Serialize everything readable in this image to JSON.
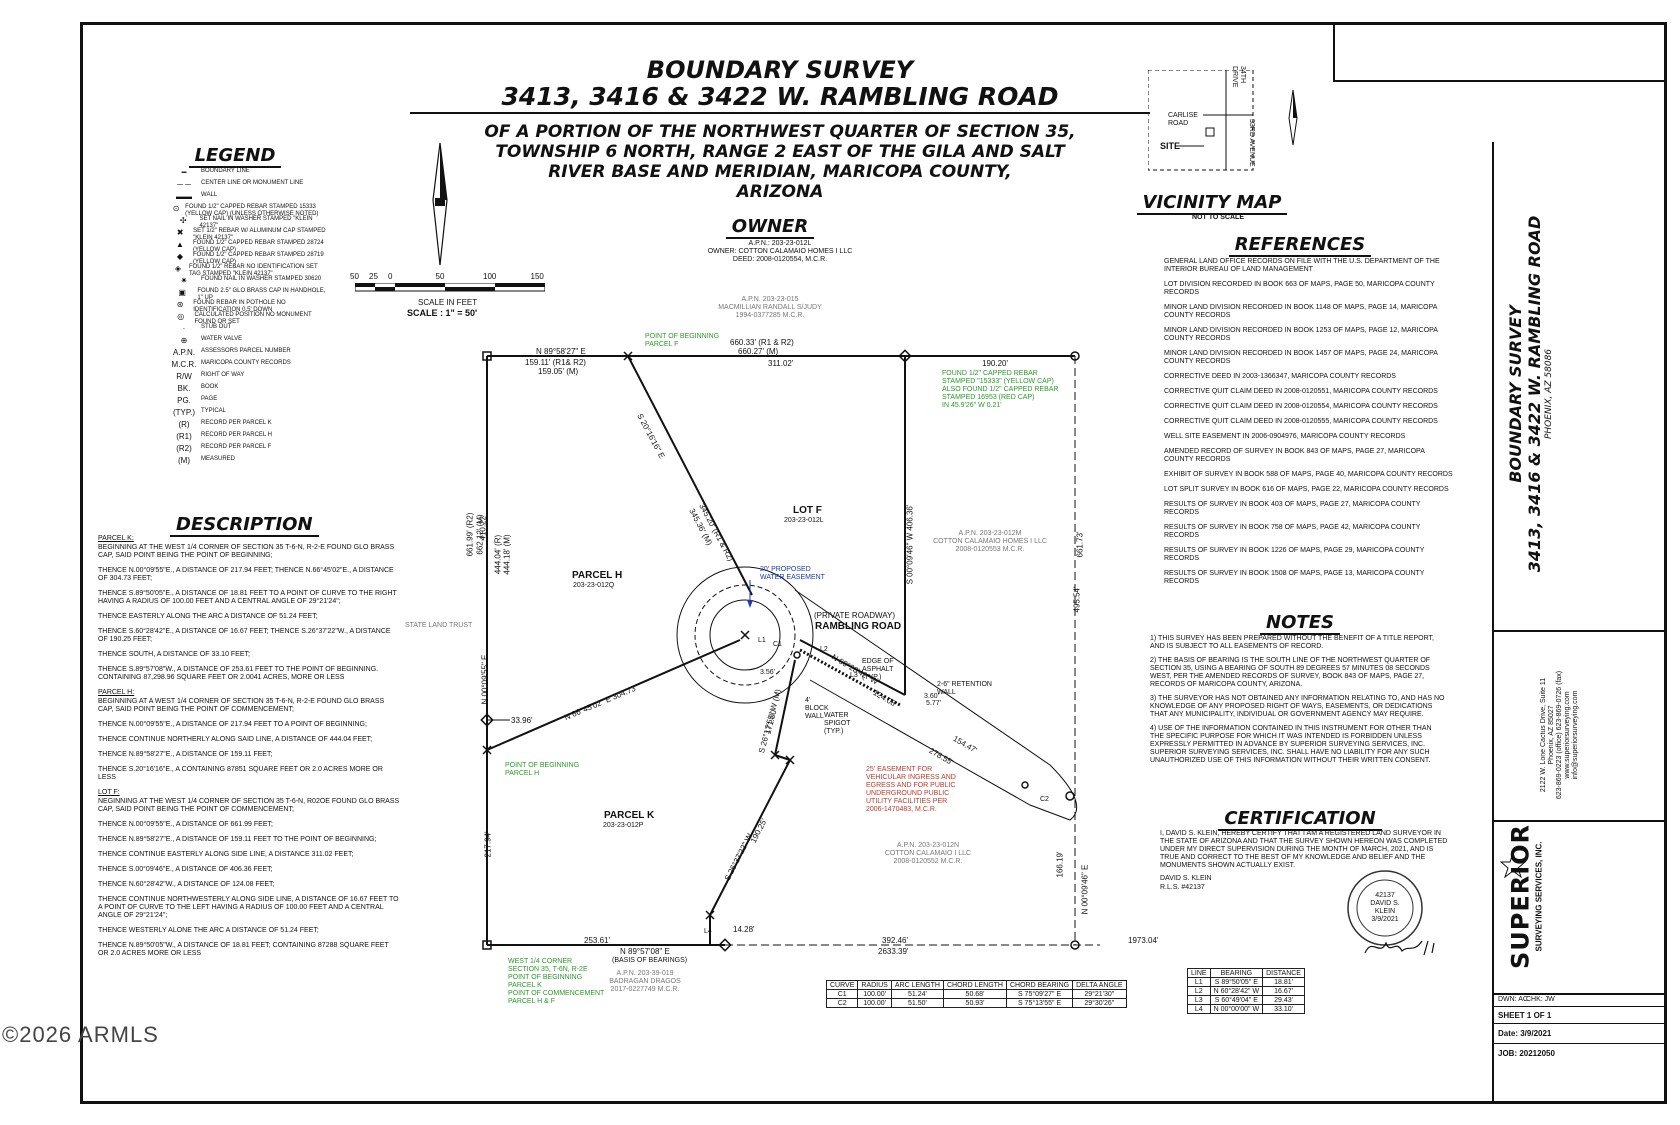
{
  "title": {
    "line1": "BOUNDARY SURVEY",
    "line2": "3413, 3416 & 3422 W. RAMBLING ROAD"
  },
  "subtitle": [
    "OF A PORTION OF THE NORTHWEST QUARTER OF SECTION 35,",
    "TOWNSHIP 6 NORTH, RANGE 2 EAST OF THE GILA AND SALT",
    "RIVER BASE AND MERIDIAN, MARICOPA COUNTY,",
    "ARIZONA"
  ],
  "legend": {
    "heading": "LEGEND",
    "items": [
      {
        "sym": "━",
        "text": "BOUNDARY LINE"
      },
      {
        "sym": "─ ─",
        "text": "CENTER LINE OR MONUMENT LINE"
      },
      {
        "sym": "▬▬",
        "text": "WALL"
      },
      {
        "sym": "⊙",
        "text": "FOUND 1/2\" CAPPED REBAR STAMPED 15333 (YELLOW CAP) (UNLESS OTHERWISE NOTED)"
      },
      {
        "sym": "✣",
        "text": "SET NAIL IN WASHER STAMPED \"KLEIN 42137\""
      },
      {
        "sym": "✖",
        "text": "SET 1/2\" REBAR W/ ALUMINUM CAP STAMPED \"KLEIN 42137\""
      },
      {
        "sym": "▲",
        "text": "FOUND 1/2\" CAPPED REBAR STAMPED 28724 (YELLOW CAP)"
      },
      {
        "sym": "◆",
        "text": "FOUND 1/2\" CAPPED REBAR STAMPED 28719 (YELLOW CAP)"
      },
      {
        "sym": "◈",
        "text": "FOUND 1/2\" REBAR NO IDENTIFICATION SET TAG STAMPED \"KLEIN 42137\""
      },
      {
        "sym": "✷",
        "text": "FOUND NAIL IN WASHER STAMPED 30620"
      },
      {
        "sym": "▣",
        "text": "FOUND 2.5\" GLO BRASS CAP IN HANDHOLE, 1\" UP"
      },
      {
        "sym": "⊛",
        "text": "FOUND REBAR IN POTHOLE NO IDENTIFICATION 0.5' DOWN"
      },
      {
        "sym": "◎",
        "text": "CALCULATED POSITION NO MONUMENT FOUND OR SET"
      },
      {
        "sym": "·",
        "text": "STUB OUT"
      },
      {
        "sym": "⊕",
        "text": "WATER VALVE"
      },
      {
        "sym": "A.P.N.",
        "text": "ASSESSORS PARCEL NUMBER"
      },
      {
        "sym": "M.C.R.",
        "text": "MARICOPA COUNTY RECORDS"
      },
      {
        "sym": "R/W",
        "text": "RIGHT OF WAY"
      },
      {
        "sym": "BK.",
        "text": "BOOK"
      },
      {
        "sym": "PG.",
        "text": "PAGE"
      },
      {
        "sym": "(TYP.)",
        "text": "TYPICAL"
      },
      {
        "sym": "(R)",
        "text": "RECORD PER PARCEL K"
      },
      {
        "sym": "(R1)",
        "text": "RECORD PER PARCEL H"
      },
      {
        "sym": "(R2)",
        "text": "RECORD PER PARCEL F"
      },
      {
        "sym": "(M)",
        "text": "MEASURED"
      }
    ]
  },
  "scale": {
    "ticks": [
      "50",
      "25",
      "0",
      "50",
      "100",
      "150"
    ],
    "label": "SCALE IN FEET",
    "ratio": "SCALE : 1\" = 50'"
  },
  "owner": {
    "heading": "OWNER",
    "lines": [
      "A.P.N.: 203-23-012L",
      "OWNER: COTTON CALAMAIO HOMES I LLC",
      "DEED: 2008-0120554, M.C.R."
    ]
  },
  "vicinity": {
    "heading": "VICINITY MAP",
    "note": "NOT TO SCALE",
    "labels": {
      "road1": "CARLISE ROAD",
      "road2": "34TH DRIVE",
      "road3": "33RD AVENUE",
      "site": "SITE"
    }
  },
  "description": {
    "heading": "DESCRIPTION",
    "parcel_k_title": "PARCEL K:",
    "parcel_k": [
      "BEGINNING AT THE WEST 1/4 CORNER OF SECTION 35 T-6-N, R-2-E FOUND GLO BRASS CAP, SAID POINT BEING THE POINT OF BEGINNING;",
      "THENCE N.00°09'55\"E., A DISTANCE OF 217.94 FEET; THENCE N.66°45'02\"E., A DISTANCE OF 304.73 FEET;",
      "THENCE S.89°50'05\"E., A DISTANCE OF 18.81 FEET TO A POINT OF CURVE TO THE RIGHT HAVING A RADIUS OF 100.00 FEET AND A CENTRAL ANGLE OF 29°21'24\";",
      "THENCE EASTERLY ALONG THE ARC A DISTANCE OF 51.24 FEET;",
      "THENCE S.60°28'42\"E., A DISTANCE OF 16.67 FEET; THENCE S.26°37'22\"W., A DISTANCE OF 190.25 FEET;",
      "THENCE SOUTH, A DISTANCE OF 33.10 FEET;",
      "THENCE S.89°57'08\"W., A DISTANCE OF 253.61 FEET TO THE POINT OF BEGINNING. CONTAINING 87,298.96 SQUARE FEET OR 2.0041 ACRES, MORE OR LESS"
    ],
    "parcel_h_title": "PARCEL H:",
    "parcel_h": [
      "BEGINNING AT A WEST 1/4 CORNER OF SECTION 35 T-6-N, R-2-E FOUND GLO BRASS CAP, SAID POINT BEING THE POINT OF COMMENCEMENT;",
      "THENCE N.00°09'55\"E., A DISTANCE OF 217.94 FEET TO A POINT OF BEGINNING;",
      "THENCE CONTINUE NORTHERLY ALONG SAID LINE, A DISTANCE OF 444.04 FEET;",
      "THENCE N.89°58'27\"E., A DISTANCE OF 159.11 FEET;",
      "THENCE S.20°16'16\"E., A CONTAINING 87851 SQUARE FEET OR 2.0 ACRES MORE OR LESS"
    ],
    "lot_f_title": "LOT F:",
    "lot_f": [
      "NEGINNING AT THE WEST 1/4 CORNER OF SECTION 35 T-6-N, R02OE FOUND GLO BRASS CAP, SAID POINT BEING THE POINT OF COMMENCEMENT;",
      "THENCE N.00°09'55\"E., A DISTANCE OF 661.99 FEET;",
      "THENCE N.89°58'27\"E., A DISTANCE OF 159.11 FEET TO THE POINT OF BEGINNING;",
      "THENCE CONTINUE EASTERLY ALONG SIDE LINE, A DISTANCE 311.02 FEET;",
      "THENCE S.00°09'46\"E., A DISTANCE OF 406.36 FEET;",
      "THENCE N.60°28'42\"W., A DISTANCE OF 124.08 FEET;",
      "THENCE CONTINUE NORTHWESTERLY ALONG SIDE LINE, A DISTANCE OF 16.67 FEET TO A POINT OF CURVE TO THE LEFT HAVING A RADIUS OF 100.00 FEET AND A CENTRAL ANGLE OF 29°21'24\";",
      "THENCE WESTERLY ALONE THE ARC A DISTANCE OF 51.24 FEET;",
      "THENCE N.89°50'05\"W., A DISTANCE OF 18.81 FEET; CONTAINING 87288 SQUARE FEET OR 2.0 ACRES MORE OR LESS"
    ]
  },
  "references": {
    "heading": "REFERENCES",
    "items": [
      "GENERAL LAND OFFICE RECORDS ON FILE WITH THE U.S. DEPARTMENT OF THE INTERIOR BUREAU OF LAND MANAGEMENT",
      "LOT DIVISION RECORDED IN BOOK 663 OF MAPS, PAGE 50, MARICOPA COUNTY RECORDS",
      "MINOR LAND DIVISION RECORDED IN BOOK 1148 OF MAPS, PAGE 14, MARICOPA COUNTY RECORDS",
      "MINOR LAND DIVISION RECORDED IN BOOK 1253 OF MAPS, PAGE 12, MARICOPA COUNTY RECORDS",
      "MINOR LAND DIVISION RECORDED IN BOOK 1457 OF MAPS, PAGE 24, MARICOPA COUNTY RECORDS",
      "CORRECTIVE DEED IN 2003-1366347, MARICOPA COUNTY RECORDS",
      "CORRECTIVE QUIT CLAIM DEED IN 2008-0120551, MARICOPA COUNTY RECORDS",
      "CORRECTIVE QUIT CLAIM DEED IN 2008-0120554, MARICOPA COUNTY RECORDS",
      "CORRECTIVE QUIT CLAIM DEED IN 2008-0120555, MARICOPA COUNTY RECORDS",
      "WELL SITE EASEMENT IN 2006-0904976, MARICOPA COUNTY RECORDS",
      "AMENDED RECORD OF SURVEY IN BOOK 843 OF MAPS, PAGE 27, MARICOPA COUNTY RECORDS",
      "EXHIBIT OF SURVEY IN BOOK 588 OF MAPS, PAGE 40, MARICOPA COUNTY RECORDS",
      "LOT SPLIT SURVEY IN BOOK 616 OF MAPS, PAGE 22, MARICOPA COUNTY RECORDS",
      "RESULTS OF SURVEY IN BOOK 403 OF MAPS, PAGE 27, MARICOPA COUNTY RECORDS",
      "RESULTS OF SURVEY IN BOOK 758 OF MAPS, PAGE 42, MARICOPA COUNTY RECORDS",
      "RESULTS OF SURVEY IN BOOK 1226 OF MAPS, PAGE 29, MARICOPA COUNTY RECORDS",
      "RESULTS OF SURVEY IN BOOK 1508 OF MAPS, PAGE 13, MARICOPA COUNTY RECORDS"
    ]
  },
  "notes": {
    "heading": "NOTES",
    "items": [
      "1)   THIS SURVEY HAS BEEN PREPARED WITHOUT THE BENEFIT OF A TITLE REPORT, AND IS SUBJECT TO ALL EASEMENTS OF RECORD.",
      "2)   THE BASIS OF BEARING IS THE SOUTH LINE OF THE NORTHWEST QUARTER OF SECTION 35, USING A BEARING OF SOUTH 89 DEGREES 57 MINUTES 08 SECONDS WEST, PER THE AMENDED RECORDS OF SURVEY, BOOK 843 OF MAPS, PAGE 27, RECORDS OF MARICOPA COUNTY, ARIZONA.",
      "3)   THE SURVEYOR HAS NOT OBTAINED ANY INFORMATION RELATING TO, AND HAS NO KNOWLEDGE OF ANY PROPOSED RIGHT OF WAYS, EASEMENTS, OR DEDICATIONS THAT ANY MUNICIPALITY, INDIVIDUAL OR GOVERNMENT AGENCY MAY REQUIRE.",
      "4)   USE OF THE INFORMATION CONTAINED IN THIS INSTRUMENT FOR OTHER THAN THE SPECIFIC PURPOSE FOR WHICH IT WAS INTENDED IS FORBIDDEN UNLESS EXPRESSLY PERMITTED IN ADVANCE BY SUPERIOR SURVEYING SERVICES, INC. SUPERIOR SURVEYING SERVICES, INC. SHALL HAVE NO LIABILITY FOR ANY SUCH UNAUTHORIZED USE OF THIS INFORMATION WITHOUT THEIR WRITTEN CONSENT."
    ]
  },
  "certification": {
    "heading": "CERTIFICATION",
    "text": "I, DAVID S. KLEIN, HEREBY CERTIFY THAT I AM A REGISTERED LAND SURVEYOR IN THE STATE OF ARIZONA AND THAT THE SURVEY SHOWN HEREON WAS COMPLETED UNDER MY DIRECT SUPERVISION DURING THE MONTH OF MARCH, 2021, AND IS TRUE AND CORRECT TO THE BEST OF MY KNOWLEDGE AND BELIEF AND THE MONUMENTS SHOWN ACTUALLY EXIST.",
    "name": "DAVID S. KLEIN",
    "rls": "R.L.S. #42137",
    "seal_lines": [
      "42137",
      "DAVID S.",
      "KLEIN",
      "3/9/2021"
    ]
  },
  "curve_table": {
    "headers": [
      "CURVE",
      "RADIUS",
      "ARC LENGTH",
      "CHORD LENGTH",
      "CHORD BEARING",
      "DELTA ANGLE"
    ],
    "rows": [
      [
        "C1",
        "100.00'",
        "51.24'",
        "50.68'",
        "S 75°09'27\" E",
        "29°21'30\""
      ],
      [
        "C2",
        "100.00'",
        "51.50'",
        "50.93'",
        "S 75°13'55\" E",
        "29°30'26\""
      ]
    ]
  },
  "line_table": {
    "headers": [
      "LINE",
      "BEARING",
      "DISTANCE"
    ],
    "rows": [
      [
        "L1",
        "S 89°50'05\" E",
        "18.81'"
      ],
      [
        "L2",
        "N 60°28'42\" W",
        "16.67'"
      ],
      [
        "L3",
        "S 60°49'04\" E",
        "29.43'"
      ],
      [
        "L4",
        "N 00°00'00\" W",
        "33.10'"
      ]
    ]
  },
  "title_block": {
    "vertical_title": [
      "BOUNDARY SURVEY",
      "3413, 3416 & 3422 W. RAMBLING ROAD",
      "PHOENIX, AZ 58086"
    ],
    "address": [
      "2122 W. Lone Cactus Drive, Suite 11",
      "Phoenix, AZ 85027",
      "623-869-0223 (office) 623-869-0726 (fax)",
      "www.superiorsurveying.com",
      "info@superiorsurveying.com"
    ],
    "company": "SUPERIOR",
    "company_sub": "SURVEYING SERVICES, INC.",
    "drawn": "DWN: AC",
    "checked": "CHK: JW",
    "sheet": "SHEET 1 OF 1",
    "date": "Date: 3/9/2021",
    "job": "JOB: 20212050"
  },
  "plan": {
    "bearings": {
      "north": "N 89°58'27\" E",
      "north_a": "159.11' (R1& R2)",
      "north_b": "159.05' (M)",
      "north_c": "660.33' (R1 & R2)",
      "north_d": "660.27' (M)",
      "north_e": "311.02'",
      "north_f": "190.20'",
      "south": "N 89°57'08\" E",
      "south_note": "(BASIS OF BEARINGS)",
      "south_a": "253.61'",
      "south_b": "392.46'",
      "south_c": "2633.39'",
      "south_d": "1973.04'",
      "west_a": "661.99' (R2)",
      "west_b": "662.12' (M)",
      "west_c": "410.22'",
      "west_d": "444.04' (R)",
      "west_e": "444.18' (M)",
      "west_f": "N 00°09'55\" E",
      "west_g": "217.94'",
      "west_h": "33.96'",
      "diag_a": "S 20°16'16\" E",
      "diag_b": "345.20' (R1 & R2)",
      "diag_c": "345.36' (M)",
      "diag_d": "N 66°45'02\" E  304.73'",
      "east_a": "S 00°09'46\" W  406.36'",
      "east_b": "495.54'",
      "east_c": "661.73'",
      "east_d": "N 00°09'46\" E",
      "east_e": "166.19'",
      "sw_a": "S 26°37'22\" W",
      "sw_b": "190.25'",
      "sw_c": "14.28'",
      "road_a": "154.47'",
      "road_b": "278.55'",
      "road_c": "N 60°28'42\" W",
      "road_d": "124.08'",
      "mid_a": "S 26°17'55\" W (M)",
      "mid_b": "171.00'"
    },
    "labels": {
      "parcel_h": "PARCEL H",
      "parcel_h_apn": "203-23-012Q",
      "parcel_k": "PARCEL K",
      "parcel_k_apn": "203-23-012P",
      "lot_f": "LOT F",
      "lot_f_apn": "203-23-012L",
      "rambling": "RAMBLING ROAD",
      "private": "(PRIVATE ROADWAY)",
      "state_land": "STATE LAND TRUST",
      "water_easement_1": "20' PROPOSED",
      "water_easement_2": "WATER EASEMENT",
      "edge_asphalt": "EDGE OF ASPHALT (TYP.)",
      "retention": "2-6\" RETENTION WALL",
      "block_wall": "4' BLOCK WALL",
      "water_spigot": "WATER SPIGOT (TYP.)",
      "ret_a": "3.60'",
      "ret_b": "5.77'",
      "small_a": "3.56'",
      "c1": "C1",
      "c2": "C2",
      "l1": "L1",
      "l2": "L2",
      "l3": "L3",
      "l4": "L4"
    },
    "neighbors": {
      "north": [
        "A.P.N. 203-23-015",
        "MACMILLIAN RANDALL S/JUDY",
        "1994-0377285 M.C.R."
      ],
      "east": [
        "A.P.N. 203-23-012M",
        "COTTON CALAMAIO HOMES I LLC",
        "2008-0120553 M.C.R."
      ],
      "southeast": [
        "A.P.N. 203-23-012N",
        "COTTON CALAMAIO I LLC",
        "2008-0120552 M.C.R."
      ],
      "south": [
        "A.P.N. 203-39-019",
        "BADRAGAN DRAGOS",
        "2017-0227749 M.C.R."
      ]
    },
    "green_notes": {
      "pob_f": [
        "POINT OF BEGINNING",
        "PARCEL F"
      ],
      "found": [
        "FOUND 1/2\" CAPPED REBAR",
        "STAMPED \"15333\" (YELLOW CAP)",
        "ALSO FOUND 1/2\" CAPPED REBAR",
        "STAMPED 16953 (RED CAP)",
        "IN 45.9'26\" W 0.21'"
      ],
      "pob_h": [
        "POINT OF BEGINNING",
        "PARCEL H"
      ],
      "west_corner": [
        "WEST 1/4 CORNER",
        "SECTION 35, T-6N, R-2E",
        "POINT OF BEGINNING",
        "PARCEL K",
        "POINT OF COMMENCEMENT",
        "PARCEL H & F"
      ]
    },
    "red_note": [
      "25' EASEMENT FOR",
      "VEHICULAR INGRESS AND",
      "EGRESS AND FOR PUBLIC",
      "UNDERGROUND PUBLIC",
      "UTILITY FACILITIES PER",
      "2006-1470483, M.C.R."
    ]
  },
  "watermark": "©2026 ARMLS",
  "colors": {
    "green": "#2a9a2a",
    "red": "#c0392b",
    "gray": "#777777",
    "blue": "#1a3ab0"
  }
}
